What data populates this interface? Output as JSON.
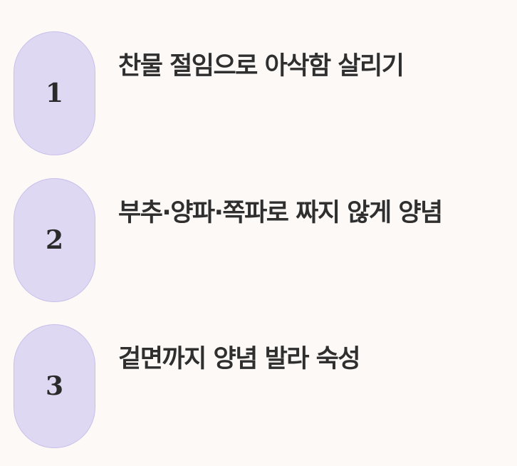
{
  "steps": [
    {
      "number": "1",
      "text": "찬물 절임으로 아삭함 살리기"
    },
    {
      "number": "2",
      "text": "부추·양파·쪽파로 짜지 않게 양념"
    },
    {
      "number": "3",
      "text": "겉면까지 양념 발라 숙성"
    }
  ],
  "colors": {
    "background": "#fdf9f6",
    "badge_fill": "#ded8f3",
    "badge_border": "#c9c0ea",
    "text": "#2f2f2f"
  }
}
